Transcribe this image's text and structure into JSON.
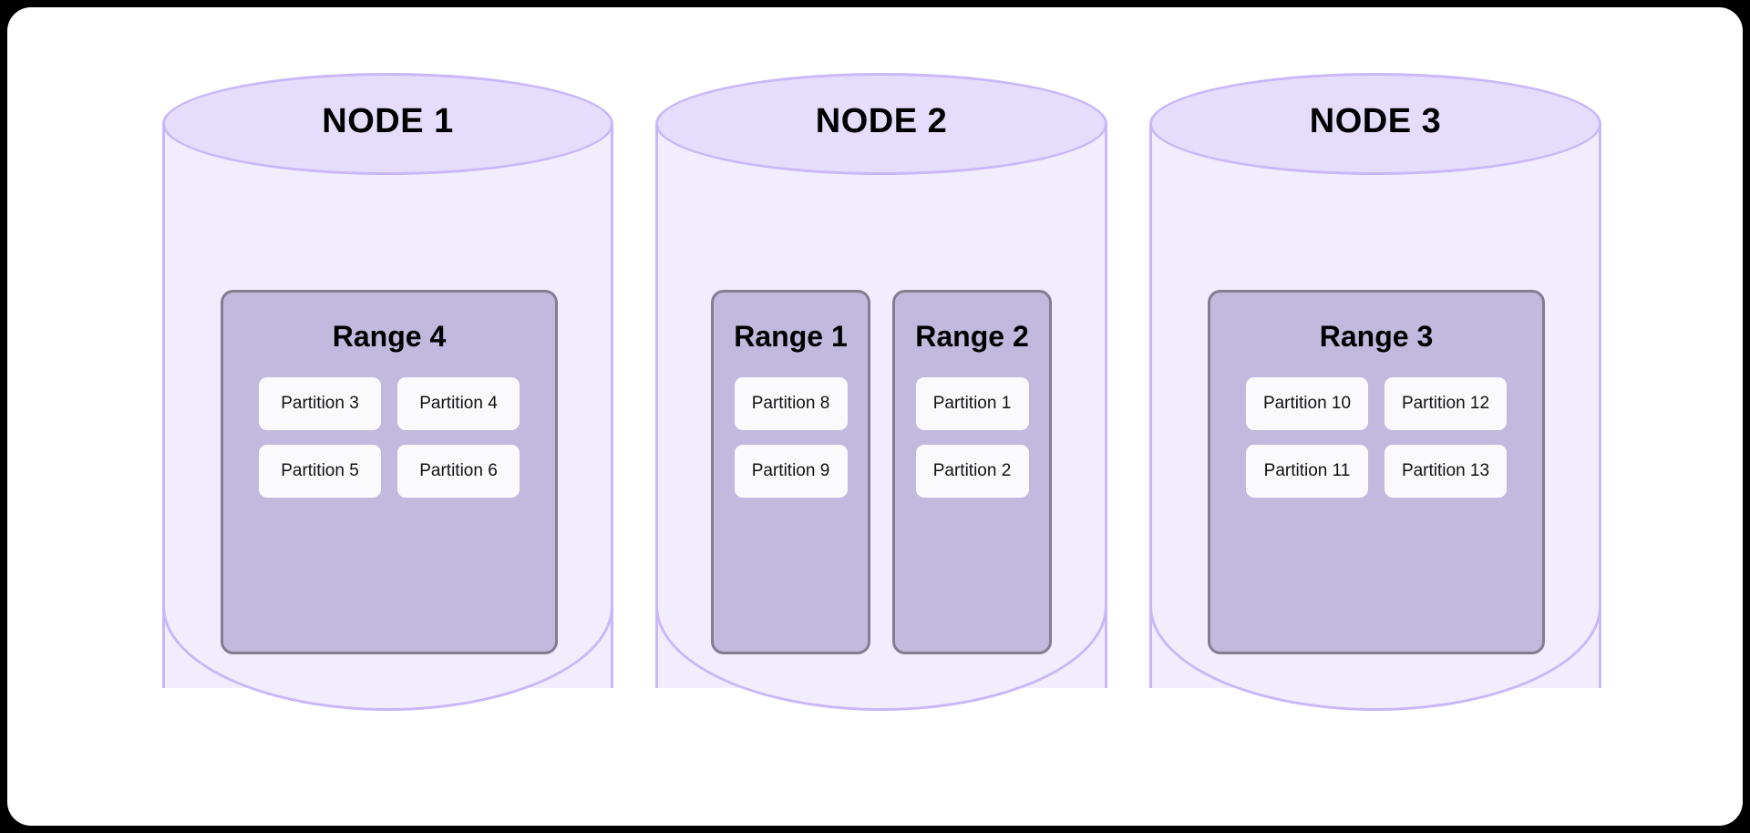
{
  "diagram": {
    "title_style": "range-partition-distribution",
    "colors": {
      "canvas_bg": "#FFFFFF",
      "page_bg": "#000000",
      "cylinder_top_fill": "#E5DDFB",
      "cylinder_body_fill": "#F1EDFD",
      "cylinder_border": "#C9B7FA",
      "range_fill": "#C2B9DE",
      "range_border": "#817E90",
      "partition_fill": "#FAFAFD",
      "text": "#000000"
    }
  },
  "nodes": [
    {
      "label": "NODE 1",
      "ranges": [
        {
          "label": "Range 4",
          "columns": 2,
          "partitions": [
            "Partition 3",
            "Partition 4",
            "Partition 5",
            "Partition 6"
          ]
        }
      ]
    },
    {
      "label": "NODE 2",
      "ranges": [
        {
          "label": "Range 1",
          "columns": 1,
          "partitions": [
            "Partition 8",
            "Partition 9"
          ]
        },
        {
          "label": "Range 2",
          "columns": 1,
          "partitions": [
            "Partition 1",
            "Partition 2"
          ]
        }
      ]
    },
    {
      "label": "NODE 3",
      "ranges": [
        {
          "label": "Range 3",
          "columns": 2,
          "partitions": [
            "Partition 10",
            "Partition 12",
            "Partition 11",
            "Partition 13"
          ]
        }
      ]
    }
  ]
}
